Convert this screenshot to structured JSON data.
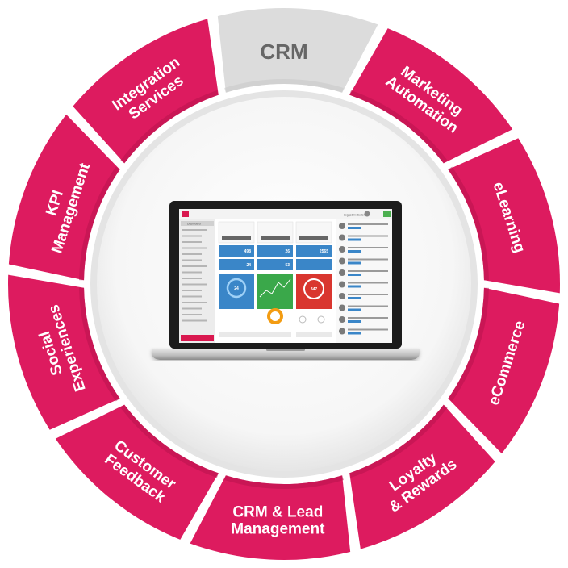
{
  "center_label": "CRM",
  "segments": [
    {
      "lines": [
        "Marketing",
        "Automation"
      ]
    },
    {
      "lines": [
        "eLearning"
      ]
    },
    {
      "lines": [
        "eCommerce"
      ]
    },
    {
      "lines": [
        "Loyalty",
        "& Rewards"
      ]
    },
    {
      "lines": [
        "CRM & Lead",
        "Management"
      ]
    },
    {
      "lines": [
        "Customer",
        "Feedback"
      ]
    },
    {
      "lines": [
        "Social",
        "Experiences"
      ]
    },
    {
      "lines": [
        "KPI",
        "Management"
      ]
    },
    {
      "lines": [
        "Integration",
        "Services"
      ]
    }
  ],
  "colors": {
    "segment": "#dd1b5f",
    "segment_dark": "#b8124c",
    "crm_segment": "#dcdcdc",
    "inner_ring": "#e6e6e6",
    "inner_disc": "#ffffff",
    "crm_text": "#666666"
  },
  "laptop": {
    "screen_tiles": {
      "stat_values": [
        "498",
        "26",
        "2565",
        "24",
        "53"
      ],
      "gauge_values": [
        "24",
        "347"
      ],
      "topbar_text": "Logged in: Sudent",
      "sidebar_first": "Dashboard"
    }
  }
}
